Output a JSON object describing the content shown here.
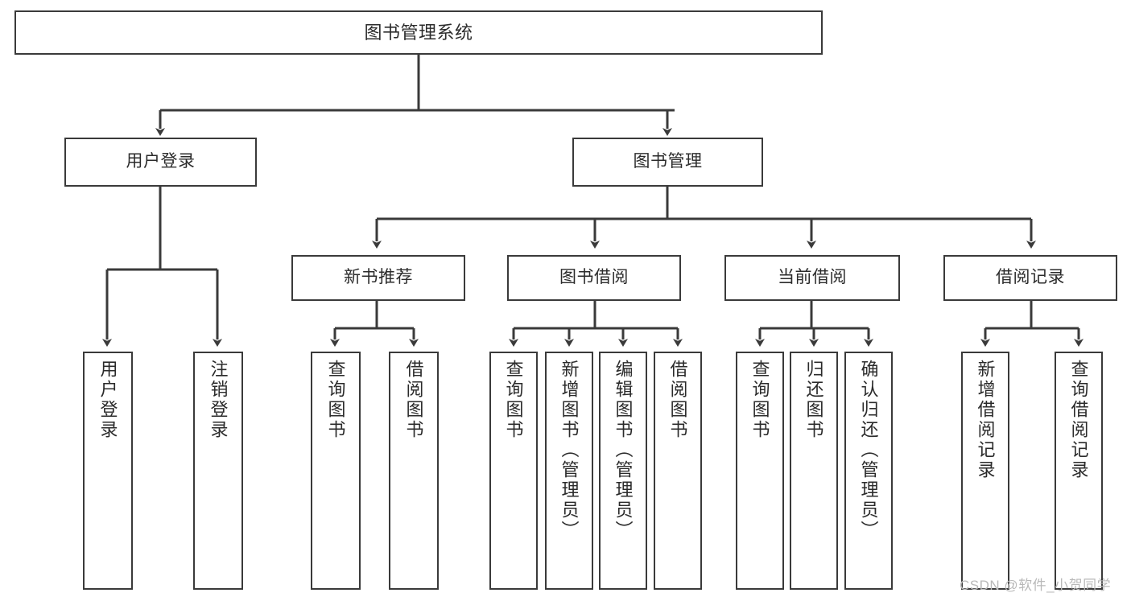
{
  "diagram": {
    "type": "tree",
    "title": "图书管理系统",
    "root": {
      "id": "root",
      "label": "图书管理系统"
    },
    "level2": [
      {
        "id": "user-login",
        "label": "用户登录"
      },
      {
        "id": "book-manage",
        "label": "图书管理"
      }
    ],
    "level3": [
      {
        "id": "new-book-recommend",
        "label": "新书推荐",
        "parent": "book-manage"
      },
      {
        "id": "book-borrow",
        "label": "图书借阅",
        "parent": "book-manage"
      },
      {
        "id": "current-borrow",
        "label": "当前借阅",
        "parent": "book-manage"
      },
      {
        "id": "borrow-record",
        "label": "借阅记录",
        "parent": "book-manage"
      }
    ],
    "leaves": [
      {
        "id": "leaf-user-login",
        "label": "用户登录",
        "parent": "user-login"
      },
      {
        "id": "leaf-user-logout",
        "label": "注销登录",
        "parent": "user-login"
      },
      {
        "id": "leaf-query-book-1",
        "label": "查询图书",
        "parent": "new-book-recommend"
      },
      {
        "id": "leaf-borrow-book-1",
        "label": "借阅图书",
        "parent": "new-book-recommend"
      },
      {
        "id": "leaf-query-book-2",
        "label": "查询图书",
        "parent": "book-borrow"
      },
      {
        "id": "leaf-add-book",
        "label": "新增图书（管理员）",
        "parent": "book-borrow"
      },
      {
        "id": "leaf-edit-book",
        "label": "编辑图书（管理员）",
        "parent": "book-borrow"
      },
      {
        "id": "leaf-borrow-book-2",
        "label": "借阅图书",
        "parent": "book-borrow"
      },
      {
        "id": "leaf-query-book-3",
        "label": "查询图书",
        "parent": "current-borrow"
      },
      {
        "id": "leaf-return-book",
        "label": "归还图书",
        "parent": "current-borrow"
      },
      {
        "id": "leaf-confirm-return",
        "label": "确认归还（管理员）",
        "parent": "current-borrow"
      },
      {
        "id": "leaf-add-record",
        "label": "新增借阅记录",
        "parent": "borrow-record"
      },
      {
        "id": "leaf-query-record",
        "label": "查询借阅记录",
        "parent": "borrow-record"
      }
    ],
    "colors": {
      "box_border": "#3a3a3a",
      "connector": "#3a3a3a",
      "text": "#2b2b2b",
      "background": "#ffffff",
      "watermark": "#b9b9b9"
    }
  },
  "watermark": {
    "text": "CSDN @软件_小贺同学"
  }
}
